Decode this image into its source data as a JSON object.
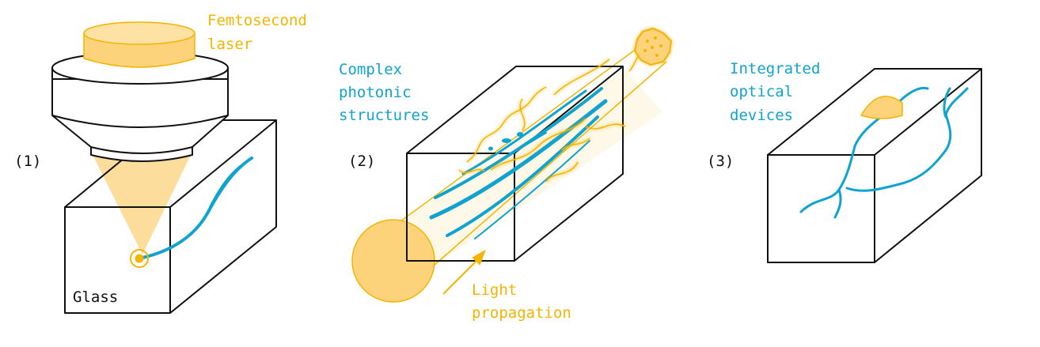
{
  "colors": {
    "orange": "#f5b400",
    "orange_fill": "#fcd27a",
    "orange_light": "#fde2a3",
    "blue": "#0fa3cf",
    "black": "#111111"
  },
  "panel1": {
    "step": "(1)",
    "laser_label_line1": "Femtosecond",
    "laser_label_line2": "laser",
    "glass_label": "Glass"
  },
  "panel2": {
    "step": "(2)",
    "structures_line1": "Complex",
    "structures_line2": "photonic",
    "structures_line3": "structures",
    "light_line1": "Light",
    "light_line2": "propagation"
  },
  "panel3": {
    "step": "(3)",
    "devices_line1": "Integrated",
    "devices_line2": "optical",
    "devices_line3": "devices"
  }
}
